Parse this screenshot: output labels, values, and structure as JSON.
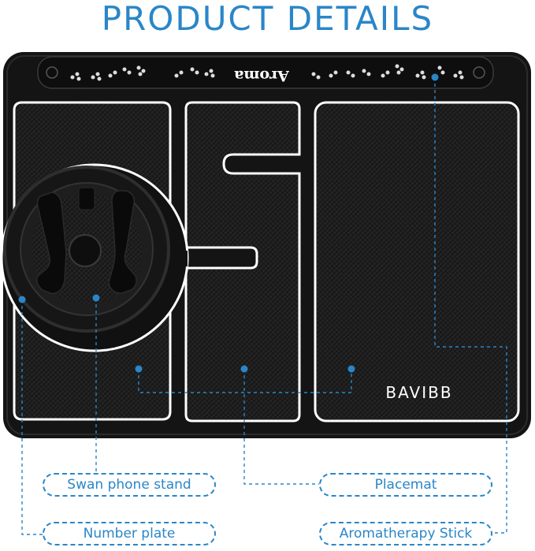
{
  "header": {
    "title": "PRODUCT DETAILS"
  },
  "product": {
    "aroma_label": "Aroma",
    "brand_label": "BAVIBB"
  },
  "callouts": {
    "swan_phone_stand": "Swan phone stand",
    "placemat": "Placemat",
    "number_plate": "Number plate",
    "aromatherapy_stick": "Aromatherapy Stick"
  },
  "colors": {
    "accent": "#2a86c8",
    "mat": "#1a1a1a",
    "outline": "#ffffff"
  }
}
